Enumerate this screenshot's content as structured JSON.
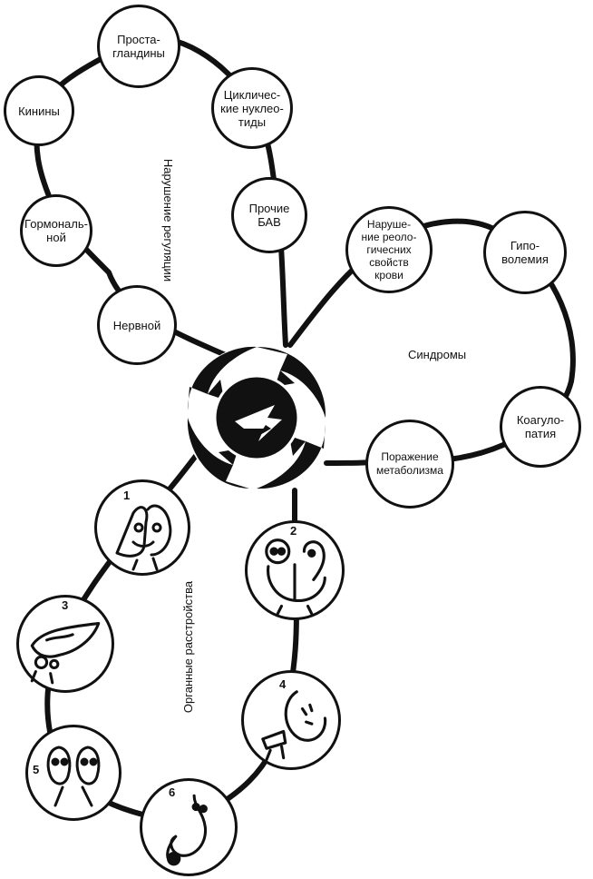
{
  "group_labels": {
    "regulation": "Нарушение регуляции",
    "syndromes": "Синдромы",
    "organs": "Органные расстройства"
  },
  "regulation_nodes": [
    {
      "label": "Проста-\nгландины"
    },
    {
      "label": "Цикличес-\nкие нуклео-\nтиды"
    },
    {
      "label": "Кинины"
    },
    {
      "label": "Прочие\nБАВ"
    },
    {
      "label": "Гормональ-\nной"
    },
    {
      "label": "Нервной"
    }
  ],
  "syndrome_nodes": [
    {
      "label": "Наруше-\nние реоло-\nгичесних\nсвойств\nкрови"
    },
    {
      "label": "Гипо-\nволемия"
    },
    {
      "label": "Коагуло-\nпатия"
    },
    {
      "label": "Поражение\nметаболизма"
    }
  ],
  "organ_nodes": [
    {
      "number": "1",
      "icon": "lungs-icon"
    },
    {
      "number": "2",
      "icon": "kidneys-icon"
    },
    {
      "number": "3",
      "icon": "liver-icon"
    },
    {
      "number": "4",
      "icon": "intestine-icon"
    },
    {
      "number": "5",
      "icon": "brain-icon"
    },
    {
      "number": "6",
      "icon": "stomach-icon"
    }
  ],
  "colors": {
    "ink": "#111111",
    "paper": "#ffffff"
  }
}
